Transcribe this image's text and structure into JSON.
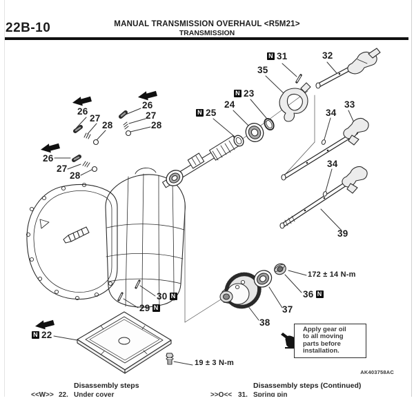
{
  "header": {
    "page_code": "22B-10",
    "title": "MANUAL TRANSMISSION OVERHAUL <R5M21>",
    "subtitle": "TRANSMISSION"
  },
  "n_marker": "N",
  "callouts": {
    "c22": "22",
    "c23": "23",
    "c24": "24",
    "c25": "25",
    "c26": "26",
    "c27": "27",
    "c28": "28",
    "c29": "29",
    "c30": "30",
    "c31": "31",
    "c32": "32",
    "c33": "33",
    "c34": "34",
    "c35": "35",
    "c36": "36",
    "c37": "37",
    "c38": "38",
    "c39": "39"
  },
  "torque_labels": {
    "gear_locknut": "172 ± 14 N-m",
    "under_cover_bolt": "19 ± 3 N-m"
  },
  "note_box": {
    "line1": "Apply gear oil",
    "line2": "to all moving",
    "line3": "parts before",
    "line4": "installation."
  },
  "figure_code": "AK403758AC",
  "footer": {
    "left": {
      "heading": "Disassembly steps",
      "row": {
        "symbol": "<<W>>",
        "number": "22.",
        "label": "Under cover"
      }
    },
    "right": {
      "heading": "Disassembly steps (Continued)",
      "row": {
        "symbol": ">>Q<<",
        "number": "31.",
        "label": "Spring pin"
      }
    }
  }
}
